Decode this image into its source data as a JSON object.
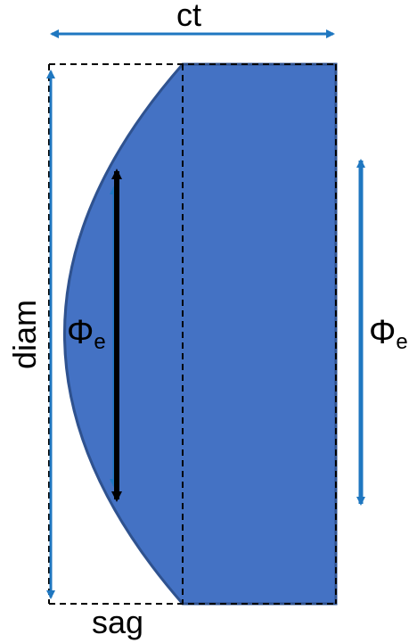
{
  "labels": {
    "ct": "ct",
    "diam": "diam",
    "sag": "sag",
    "phi_inner": "Φ",
    "phi_inner_sub": "e",
    "phi_outer": "Φ",
    "phi_outer_sub": "e"
  },
  "colors": {
    "lens_fill": "#4472C4",
    "lens_edge": "#2F528F",
    "dimension_arrow": "#1F77C0",
    "inner_arrow": "#000000",
    "dashed_line": "#000000"
  }
}
